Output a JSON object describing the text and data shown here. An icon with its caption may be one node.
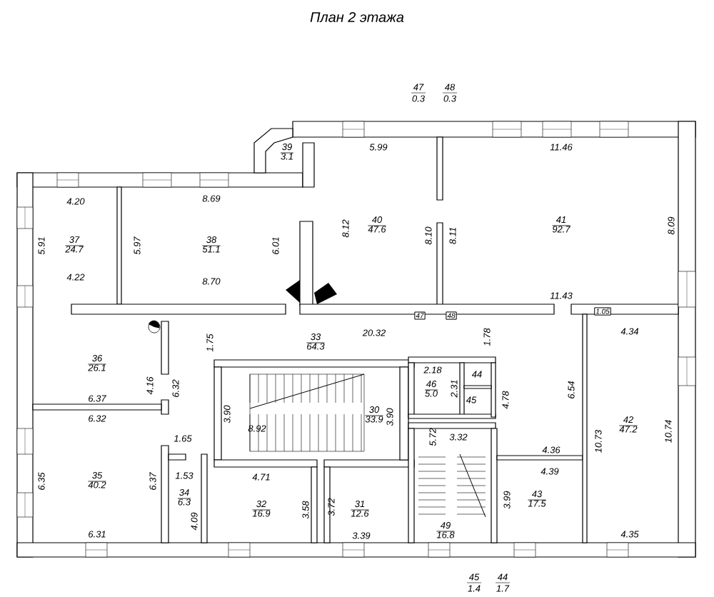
{
  "diagram": {
    "title": "План 2 этажа",
    "nodes": [
      {
        "text": [
          "39",
          "3.1"
        ]
      },
      {
        "text": [
          "40",
          "47.6"
        ]
      },
      {
        "text": [
          "41",
          "92.7"
        ]
      },
      {
        "text": [
          "37",
          "24.7"
        ]
      },
      {
        "text": [
          "38",
          "51.1"
        ]
      },
      {
        "text": [
          "47"
        ]
      },
      {
        "text": [
          "48"
        ]
      },
      {
        "text": [
          "1.05"
        ]
      },
      {
        "text": [
          "33",
          "64.3"
        ]
      },
      {
        "text": [
          "36",
          "26.1"
        ]
      },
      {
        "text": [
          "44"
        ]
      },
      {
        "text": [
          "46",
          "5.0"
        ]
      },
      {
        "text": [
          "45"
        ]
      },
      {
        "text": [
          "30",
          "33.9"
        ]
      },
      {
        "text": [
          "42",
          "47.2"
        ]
      },
      {
        "text": [
          "35",
          "40.2"
        ]
      },
      {
        "text": [
          "34",
          "6.3"
        ]
      },
      {
        "text": [
          "43",
          "17.5"
        ]
      },
      {
        "text": [
          "32",
          "16.9"
        ]
      },
      {
        "text": [
          "31",
          "12.6"
        ]
      },
      {
        "text": [
          "49",
          "16.8"
        ]
      }
    ],
    "labels": [
      "47",
      "0.3",
      "48",
      "0.3",
      "5.99",
      "11.46",
      "8.69",
      "4.20",
      "8.12",
      "8.09",
      "8.10",
      "8.11",
      "5.91",
      "5.97",
      "6.01",
      "4.22",
      "8.70",
      "11.43",
      "1.75",
      "20.32",
      "1.78",
      "4.34",
      "2.18",
      "4.16",
      "6.32",
      "2.31",
      "6.54",
      "4.78",
      "6.37",
      "3.90",
      "3.90",
      "6.32",
      "1.65",
      "8.92",
      "5.72",
      "3.32",
      "10.73",
      "10.74",
      "4.36",
      "4.39",
      "1.53",
      "4.71",
      "6.35",
      "6.37",
      "3.58",
      "3.72",
      "3.99",
      "4.09",
      "6.31",
      "3.39",
      "4.35",
      "45",
      "1.4",
      "44",
      "1.7"
    ]
  }
}
